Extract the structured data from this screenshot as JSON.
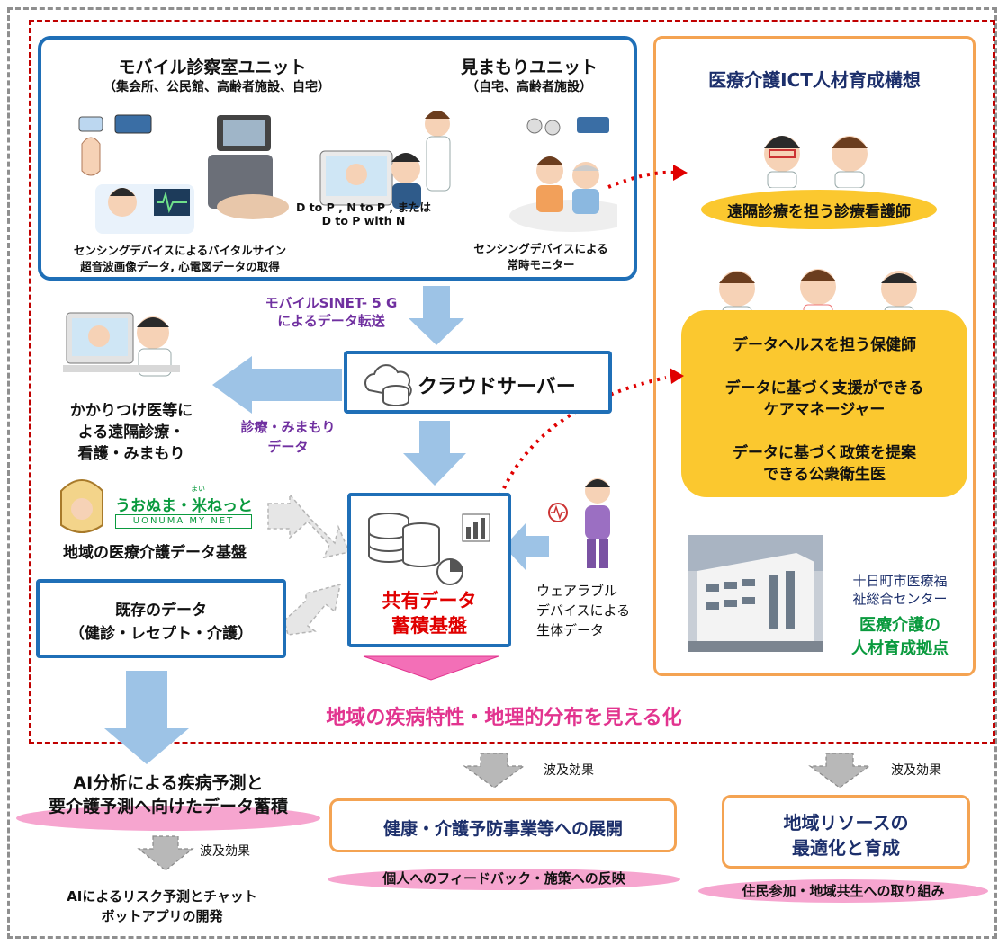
{
  "mobile_unit": {
    "title": "モバイル診察室ユニット",
    "subtitle": "（集会所、公民館、高齢者施設、自宅）",
    "dtop_line1": "D to P , N to P , または",
    "dtop_line2": "D to P with N",
    "sensing_line1": "センシングデバイスによるバイタルサイン",
    "sensing_line2": "超音波画像データ, 心電図データの取得"
  },
  "watch_unit": {
    "title": "見まもりユニット",
    "subtitle": "（自宅、高齢者施設）",
    "caption_line1": "センシングデバイスによる",
    "caption_line2": "常時モニター"
  },
  "ict_plan": {
    "title": "医療介護ICT人材育成構想",
    "nurse_role": "遠隔診療を担う診療看護師",
    "role1": "データヘルスを担う保健師",
    "role2_line1": "データに基づく支援ができる",
    "role2_line2": "ケアマネージャー",
    "role3_line1": "データに基づく政策を提案",
    "role3_line2": "できる公衆衛生医",
    "center_line1": "十日町市医療福",
    "center_line2": "祉総合センター",
    "hub_line1": "医療介護の",
    "hub_line2": "人材育成拠点"
  },
  "sinet": {
    "line1": "モバイルSINET- 5 G",
    "line2": "によるデータ転送"
  },
  "cloud": {
    "label": "クラウドサーバー"
  },
  "clinic": {
    "line1": "かかりつけ医等に",
    "line2": "よる遠隔診療・",
    "line3": "看護・みまもり"
  },
  "flow_data": {
    "line1": "診療・みまもり",
    "line2": "データ"
  },
  "uonuma": {
    "logo_text": "うおぬま・米ねっと",
    "logo_ruby": "まい",
    "logo_roman": "UONUMA MY NET",
    "caption": "地域の医療介護データ基盤"
  },
  "existing": {
    "line1": "既存のデータ",
    "line2": "（健診・レセプト・介護）"
  },
  "shared": {
    "line1": "共有データ",
    "line2": "蓄積基盤"
  },
  "wearable": {
    "line1": "ウェアラブル",
    "line2": "デバイスによる",
    "line3": "生体データ"
  },
  "visualize": "地域の疾病特性・地理的分布を見える化",
  "ai": {
    "line1": "AI分析による疾病予測と",
    "line2": "要介護予測へ向けたデータ蓄積",
    "effect": "波及効果",
    "result_line1": "AIによるリスク予測とチャット",
    "result_line2": "ボットアプリの開発"
  },
  "health": {
    "effect": "波及効果",
    "box": "健康・介護予防事業等への展開",
    "caption": "個人へのフィードバック・施策への反映"
  },
  "region": {
    "effect": "波及効果",
    "box_line1": "地域リソースの",
    "box_line2": "最適化と育成",
    "caption": "住民参加・地域共生への取り組み"
  },
  "colors": {
    "blue_border": "#1f6fb7",
    "orange_border": "#f4a352",
    "red_dash": "#c00000",
    "purple": "#7030a0",
    "pink": "#e2348f",
    "arrow_blue": "#9dc3e6",
    "yellow": "#fbc82f"
  },
  "icons": [
    "cloud-server-icon",
    "database-icon",
    "bar-chart-icon",
    "pie-chart-icon",
    "person-illustration",
    "building-photo"
  ]
}
